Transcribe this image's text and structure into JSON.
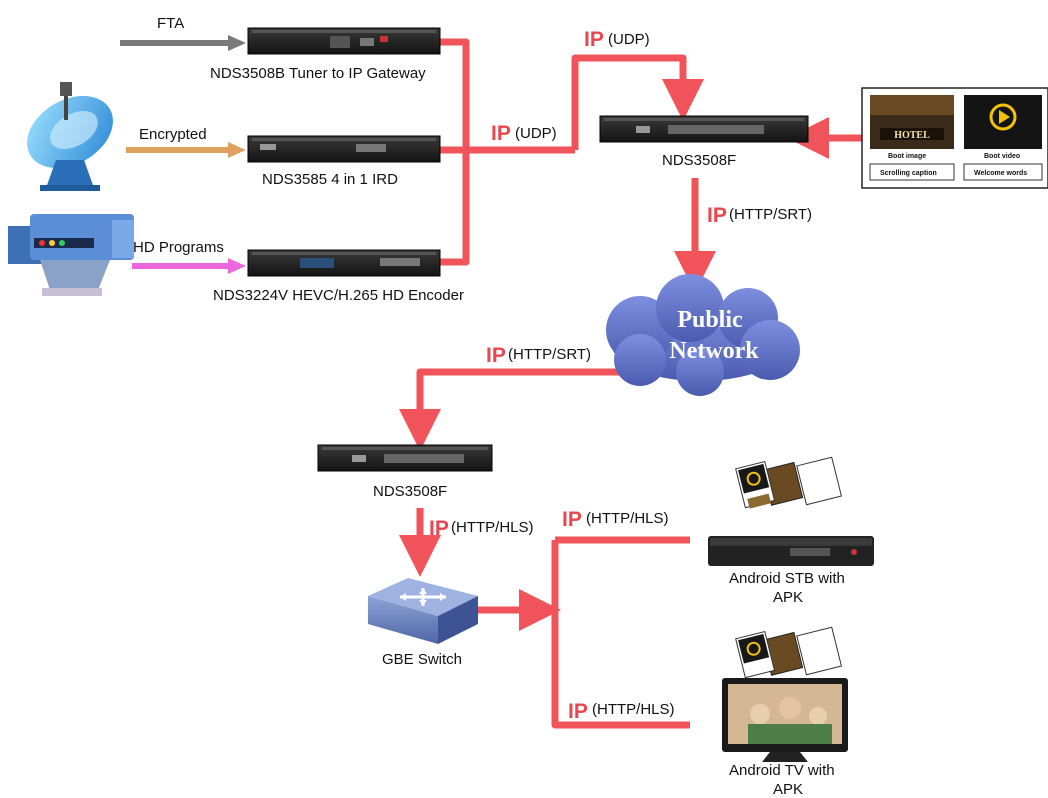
{
  "inputs": {
    "fta": "FTA",
    "encrypted": "Encrypted",
    "hd_programs": "HD Programs"
  },
  "devices": {
    "tuner_gateway": "NDS3508B Tuner to IP Gateway",
    "ird": "NDS3585 4 in 1 IRD",
    "encoder": "NDS3224V HEVC/H.265 HD Encoder",
    "server_top": "NDS3508F",
    "server_bottom": "NDS3508F",
    "switch": "GBE Switch",
    "stb_line1": "Android STB with",
    "stb_line2": "APK",
    "tv_line1": "Android TV with",
    "tv_line2": "APK"
  },
  "cloud": {
    "line1": "Public",
    "line2": "Network"
  },
  "links": {
    "ip": "IP",
    "udp_top": "(UDP)",
    "udp_mid": "(UDP)",
    "http_srt_down": "(HTTP/SRT)",
    "http_srt_left": "(HTTP/SRT)",
    "http_hls_down": "(HTTP/HLS)",
    "http_hls_stb": "(HTTP/HLS)",
    "http_hls_tv": "(HTTP/HLS)"
  },
  "thumbnails": {
    "hotel": "HOTEL",
    "boot_image": "Boot image",
    "boot_video": "Boot video",
    "scrolling_caption": "Scrolling caption",
    "welcome_words": "Welcome words"
  },
  "colors": {
    "ip_red": "#e8474f",
    "link_red": "#f0535a",
    "fta_arrow": "#7a7a7a",
    "encrypted_arrow": "#e0a060",
    "hd_arrow": "#ee66dd",
    "cloud_fill": "#5d6fc4"
  },
  "icons": {
    "satellite": "satellite-dish-icon",
    "camera": "broadcast-camera-icon",
    "switch": "network-switch-icon",
    "stb": "set-top-box-icon",
    "tv": "television-icon"
  }
}
